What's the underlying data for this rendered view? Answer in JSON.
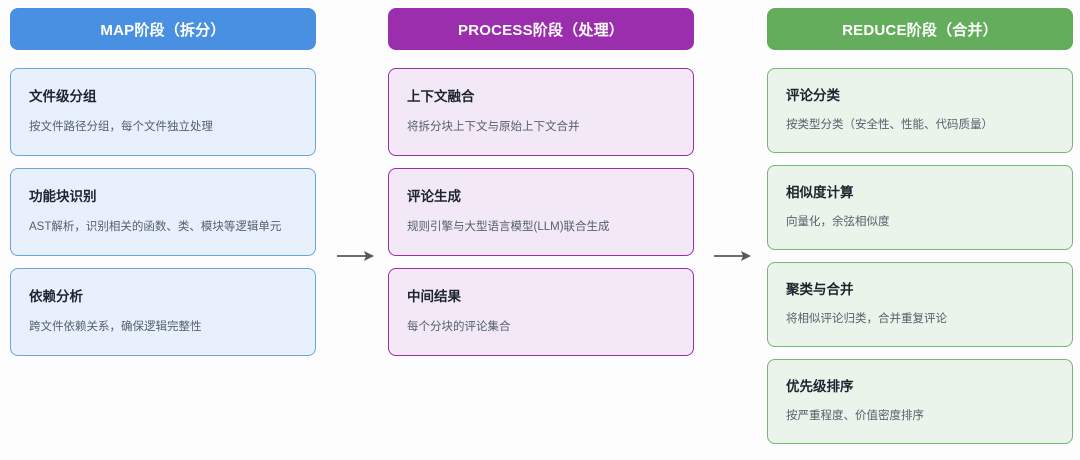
{
  "diagram": {
    "arrow_color": "#595959",
    "background": "#fdfdfd",
    "arrows": [
      {
        "name": "arrow-map-to-process",
        "glyph": "right-arrow-icon"
      },
      {
        "name": "arrow-process-to-reduce",
        "glyph": "right-arrow-icon"
      }
    ],
    "columns": [
      {
        "id": "map",
        "header": "MAP阶段（拆分）",
        "header_color": "#4a90e2",
        "card_fill": "#e8f0fb",
        "card_border": "#6aa4e6",
        "cards": [
          {
            "title": "文件级分组",
            "desc": "按文件路径分组，每个文件独立处理"
          },
          {
            "title": "功能块识别",
            "desc": "AST解析，识别相关的函数、类、模块等逻辑单元"
          },
          {
            "title": "依赖分析",
            "desc": "跨文件依赖关系，确保逻辑完整性"
          }
        ]
      },
      {
        "id": "process",
        "header": "PROCESS阶段（处理）",
        "header_color": "#9a2ead",
        "card_fill": "#f3e8f6",
        "card_border": "#9a2ead",
        "cards": [
          {
            "title": "上下文融合",
            "desc": "将拆分块上下文与原始上下文合并"
          },
          {
            "title": "评论生成",
            "desc": "规则引擎与大型语言模型(LLM)联合生成"
          },
          {
            "title": "中间结果",
            "desc": "每个分块的评论集合"
          }
        ]
      },
      {
        "id": "reduce",
        "header": "REDUCE阶段（合并）",
        "header_color": "#63ad5c",
        "card_fill": "#eaf4ea",
        "card_border": "#76b772",
        "cards": [
          {
            "title": "评论分类",
            "desc": "按类型分类（安全性、性能、代码质量）"
          },
          {
            "title": "相似度计算",
            "desc": "向量化，余弦相似度"
          },
          {
            "title": "聚类与合并",
            "desc": "将相似评论归类，合并重复评论"
          },
          {
            "title": "优先级排序",
            "desc": "按严重程度、价值密度排序"
          }
        ]
      }
    ]
  }
}
